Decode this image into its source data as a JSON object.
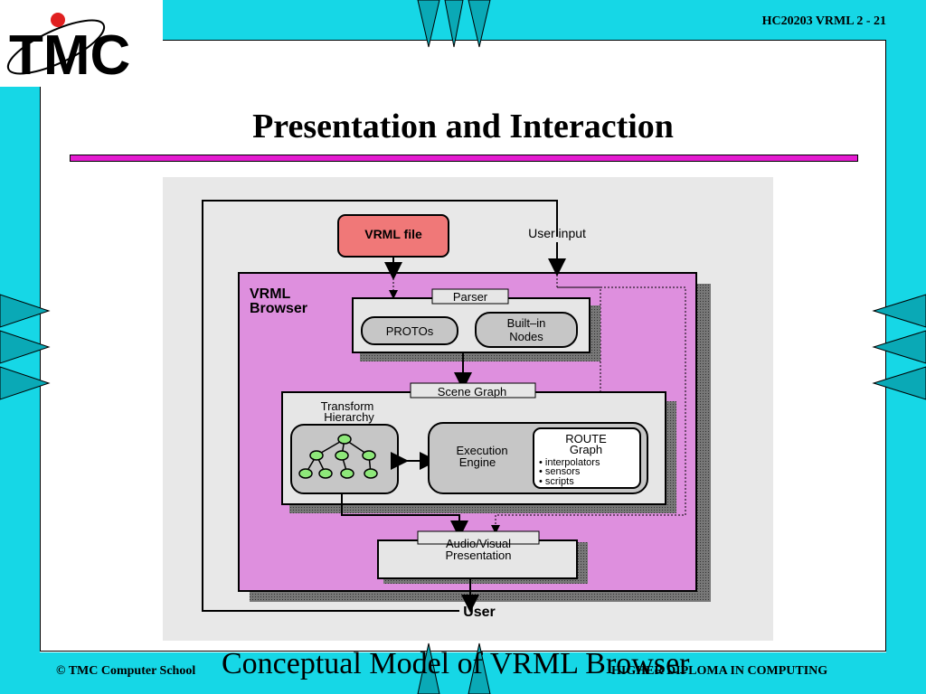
{
  "header": {
    "slide_number": "HC20203 VRML 2 - 21"
  },
  "logo": {
    "text": "TMC"
  },
  "title": "Presentation and Interaction",
  "diagram": {
    "vrml_file": "VRML file",
    "user_input": "User input",
    "browser_line1": "VRML",
    "browser_line2": "Browser",
    "parser": "Parser",
    "protos": "PROTOs",
    "builtin_line1": "Built–in",
    "builtin_line2": "Nodes",
    "scene_graph": "Scene Graph",
    "transform_line1": "Transform",
    "transform_line2": "Hierarchy",
    "execution_line1": "Execution",
    "execution_line2": "Engine",
    "route_line1": "ROUTE",
    "route_line2": "Graph",
    "route_items": [
      "• interpolators",
      "• sensors",
      "• scripts"
    ],
    "av_line1": "Audio/Visual",
    "av_line2": "Presentation",
    "user": "User"
  },
  "caption": "Conceptual Model of VRML Browser",
  "footer": {
    "left": "© TMC Computer School",
    "right": "HIGHER DIPLOMA IN COMPUTING"
  },
  "colors": {
    "frame": "#16d7e6",
    "rule": "#e41bd0",
    "browser": "#de8fde",
    "vrml_file": "#f07878"
  }
}
